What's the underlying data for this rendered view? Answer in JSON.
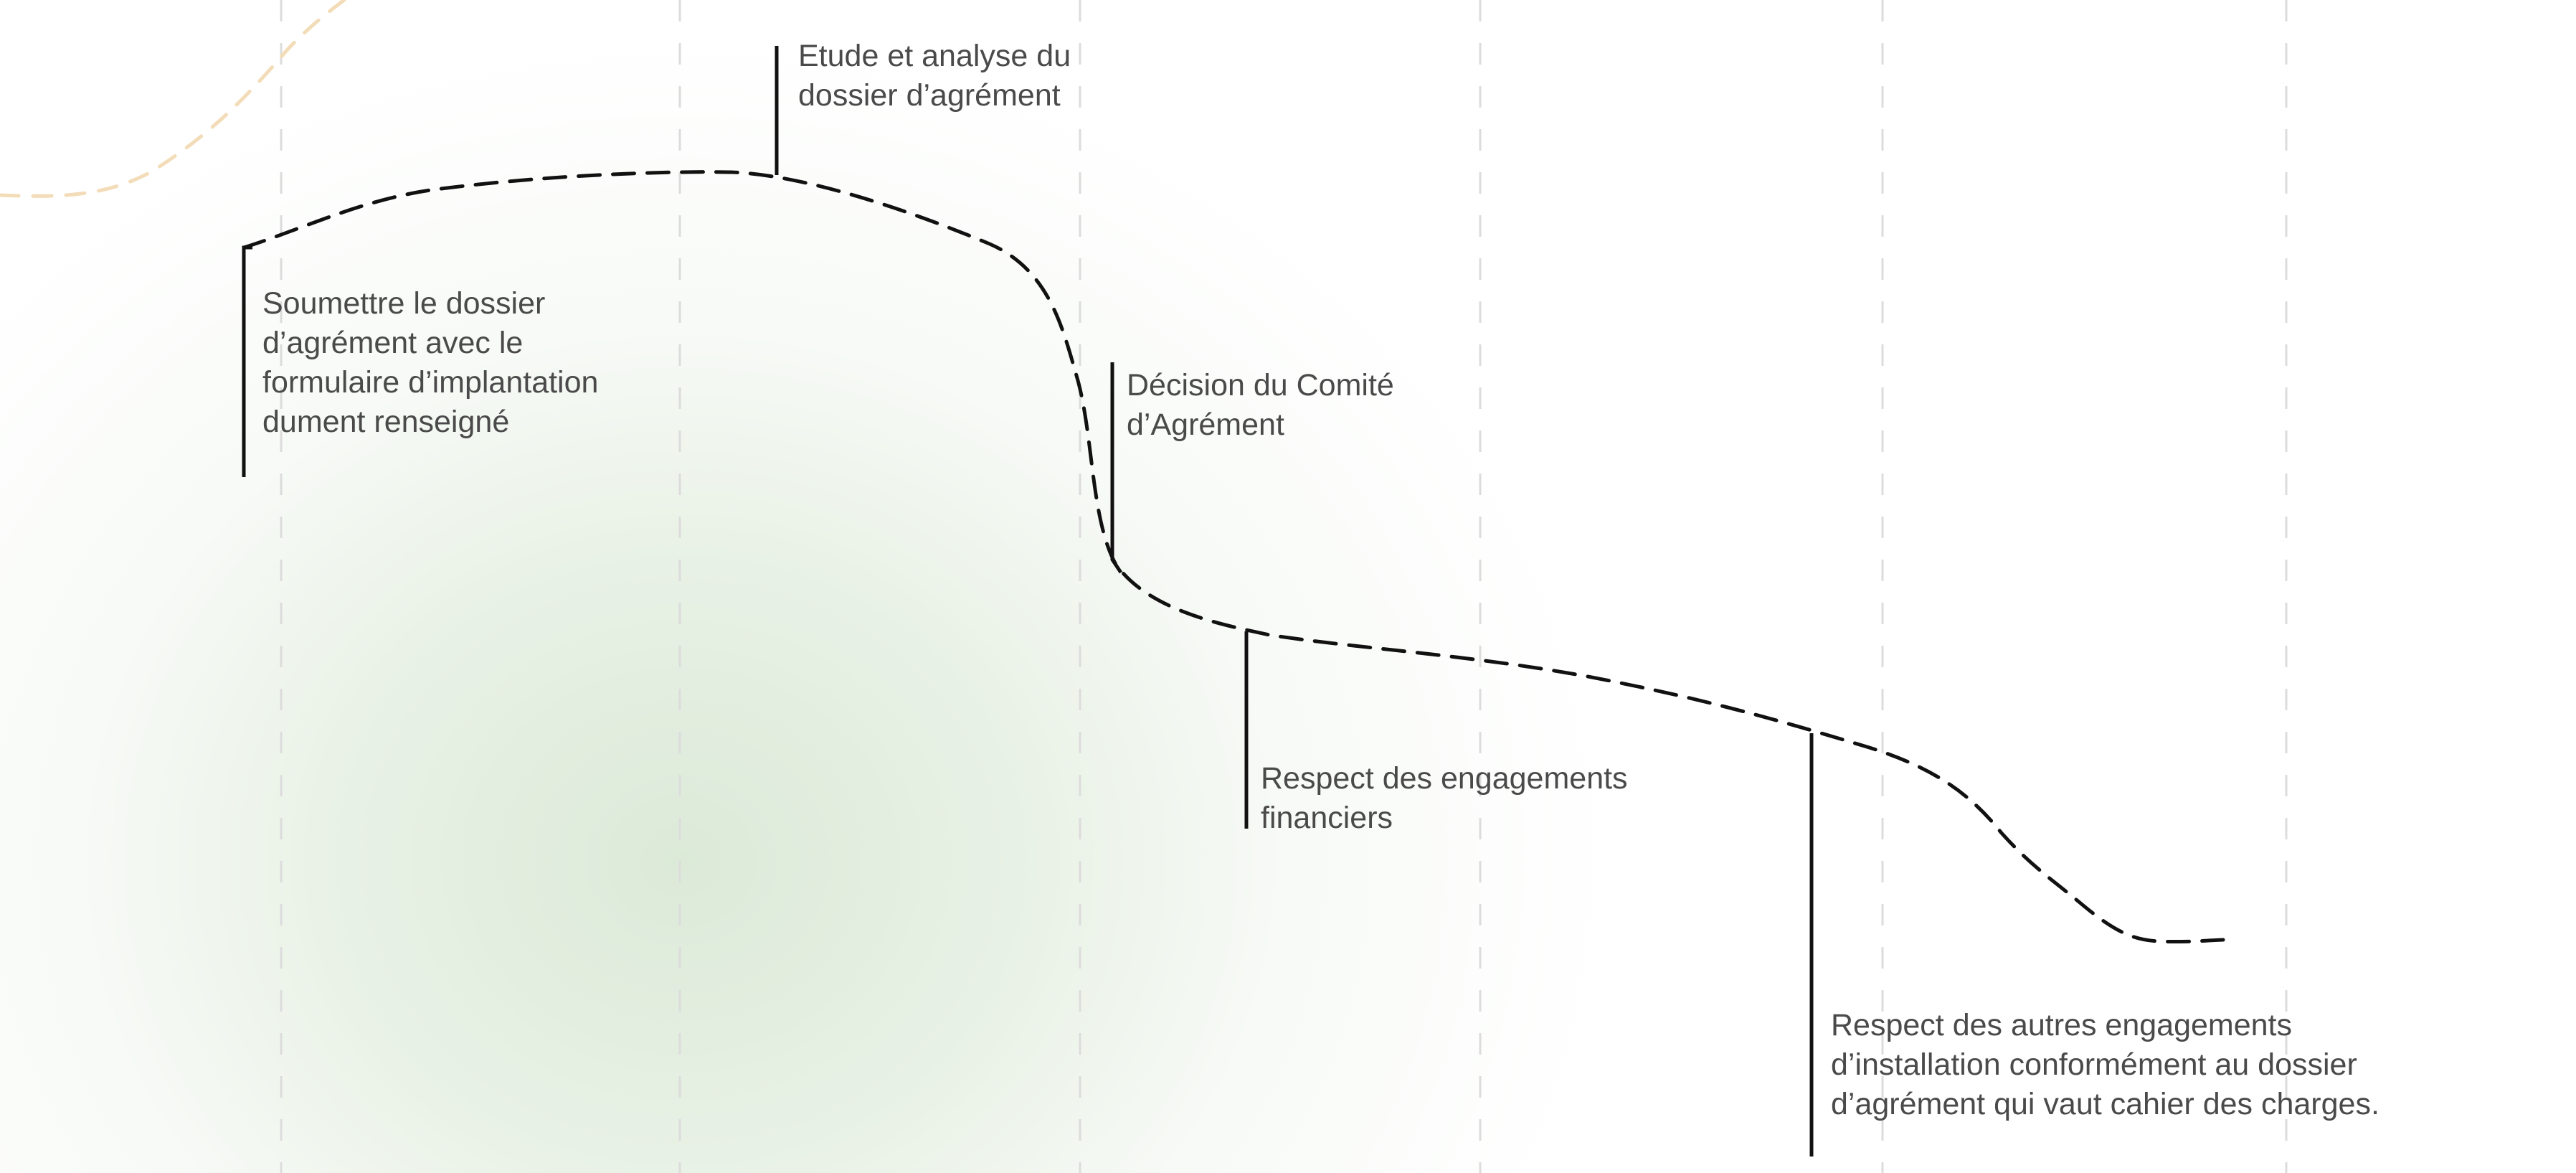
{
  "steps": [
    {
      "id": "step1",
      "text": "Soumettre le dossier d’agrément avec le formulaire d’implantation dument renseigné"
    },
    {
      "id": "step2",
      "text": "Etude et analyse du dossier d’agrément"
    },
    {
      "id": "step3",
      "text": "Décision du Comité d’Agrément"
    },
    {
      "id": "step4",
      "text": "Respect des engagements financiers"
    },
    {
      "id": "step5",
      "text": "Respect des autres engagements d’installation conformément au dossier d’agrément qui vaut cahier des charges."
    }
  ],
  "colors": {
    "path": "#111111",
    "previous_path": "#f3dcb8",
    "grid": "#dcdcdc",
    "text": "#4a4a4a",
    "background_glow": "#dde9d9"
  }
}
